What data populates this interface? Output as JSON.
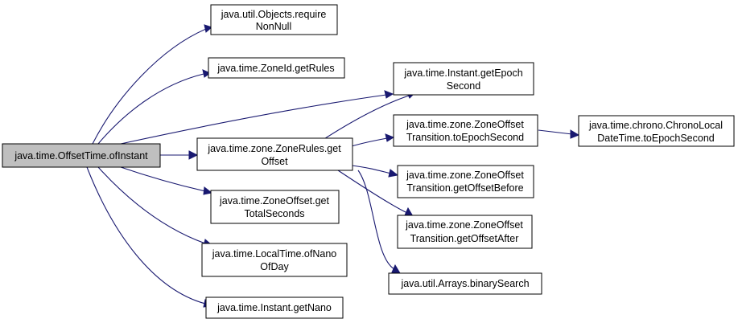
{
  "colors": {
    "edge": "#191970",
    "root_fill": "#bfbfbf",
    "node_fill": "#ffffff",
    "border": "#000000"
  },
  "nodes": {
    "root": {
      "lines": [
        "java.time.OffsetTime.ofInstant"
      ]
    },
    "requireNonNull": {
      "lines": [
        "java.util.Objects.require",
        "NonNull"
      ]
    },
    "getRules": {
      "lines": [
        "java.time.ZoneId.getRules"
      ]
    },
    "getOffset": {
      "lines": [
        "java.time.zone.ZoneRules.get",
        "Offset"
      ]
    },
    "getTotalSeconds": {
      "lines": [
        "java.time.ZoneOffset.get",
        "TotalSeconds"
      ]
    },
    "ofNanoOfDay": {
      "lines": [
        "java.time.LocalTime.ofNano",
        "OfDay"
      ]
    },
    "getNano": {
      "lines": [
        "java.time.Instant.getNano"
      ]
    },
    "getEpochSecond": {
      "lines": [
        "java.time.Instant.getEpoch",
        "Second"
      ]
    },
    "toEpochSecondZ": {
      "lines": [
        "java.time.zone.ZoneOffset",
        "Transition.toEpochSecond"
      ]
    },
    "getOffsetBefore": {
      "lines": [
        "java.time.zone.ZoneOffset",
        "Transition.getOffsetBefore"
      ]
    },
    "getOffsetAfter": {
      "lines": [
        "java.time.zone.ZoneOffset",
        "Transition.getOffsetAfter"
      ]
    },
    "binarySearch": {
      "lines": [
        "java.util.Arrays.binarySearch"
      ]
    },
    "toEpochSecondC": {
      "lines": [
        "java.time.chrono.ChronoLocal",
        "DateTime.toEpochSecond"
      ]
    }
  },
  "edges": [
    {
      "from": "root",
      "to": "requireNonNull"
    },
    {
      "from": "root",
      "to": "getRules"
    },
    {
      "from": "root",
      "to": "getEpochSecond"
    },
    {
      "from": "root",
      "to": "getOffset"
    },
    {
      "from": "root",
      "to": "getTotalSeconds"
    },
    {
      "from": "root",
      "to": "ofNanoOfDay"
    },
    {
      "from": "root",
      "to": "getNano"
    },
    {
      "from": "getOffset",
      "to": "getEpochSecond"
    },
    {
      "from": "getOffset",
      "to": "toEpochSecondZ"
    },
    {
      "from": "getOffset",
      "to": "getOffsetBefore"
    },
    {
      "from": "getOffset",
      "to": "getOffsetAfter"
    },
    {
      "from": "getOffset",
      "to": "binarySearch"
    },
    {
      "from": "toEpochSecondZ",
      "to": "toEpochSecondC"
    }
  ]
}
